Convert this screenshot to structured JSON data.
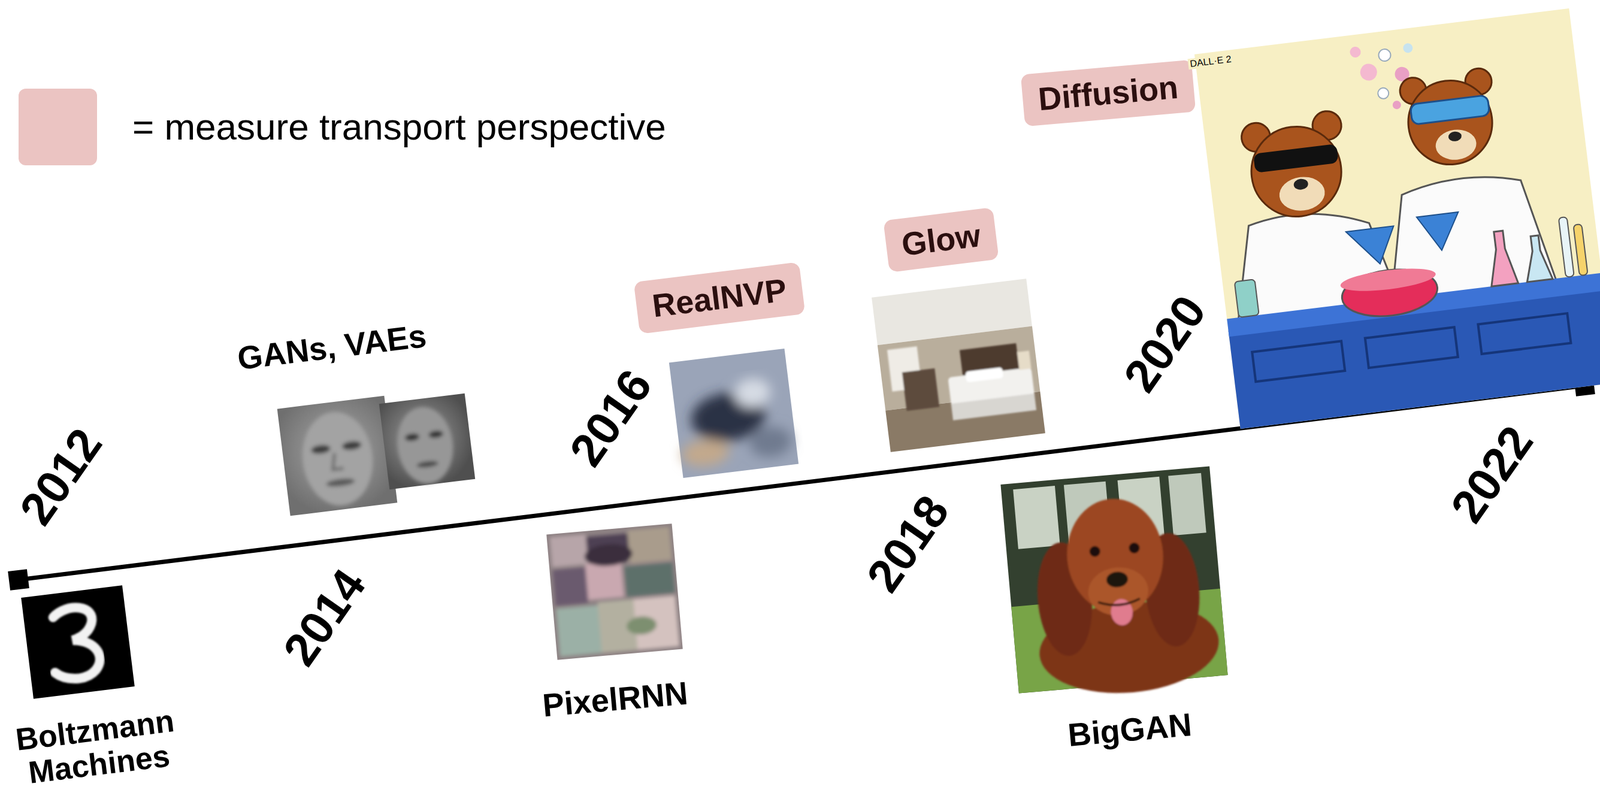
{
  "diagram": {
    "nodes": [
      {
        "text": [
          "RealNVP"
        ]
      },
      {
        "text": [
          "Glow"
        ]
      },
      {
        "text": [
          "Diffusion"
        ]
      }
    ],
    "labels": [
      "2012",
      "2014",
      "2016",
      "2018",
      "2020",
      "2022",
      "Boltzmann Machines",
      "GANs, VAEs",
      "PixelRNN",
      "BigGAN",
      "DALL·E 2"
    ],
    "legend": [
      {
        "text": "= measure transport perspective",
        "color": "#ebc4c2"
      }
    ]
  }
}
